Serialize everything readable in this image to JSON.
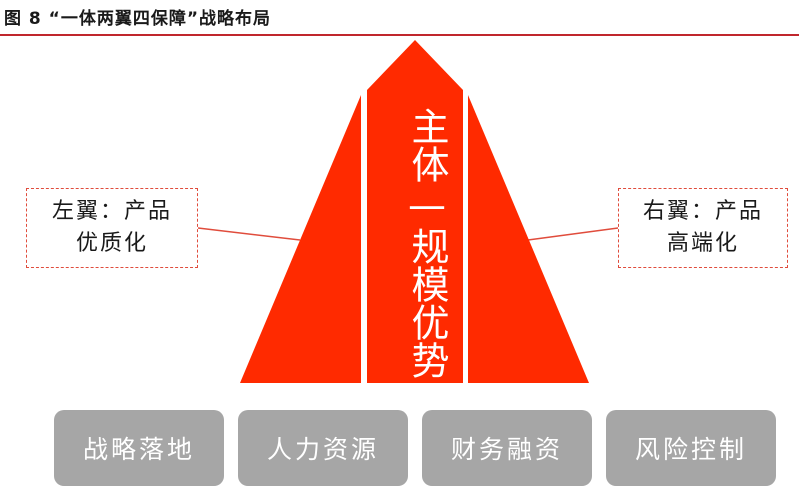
{
  "figure": {
    "title": "图 8 “一体两翼四保障”战略布局"
  },
  "center": {
    "label": "主体—规模优势"
  },
  "left_wing": {
    "line1": "左翼：产品",
    "line2": "优质化"
  },
  "right_wing": {
    "line1": "右翼：产品",
    "line2": "高端化"
  },
  "pillars": [
    {
      "label": "战略落地"
    },
    {
      "label": "人力资源"
    },
    {
      "label": "财务融资"
    },
    {
      "label": "风险控制"
    }
  ],
  "colors": {
    "accent_red": "#ff2a00",
    "title_rule": "#c0262d",
    "pillar_gray": "#a6a6a6",
    "callout_border": "#e04c3c"
  }
}
